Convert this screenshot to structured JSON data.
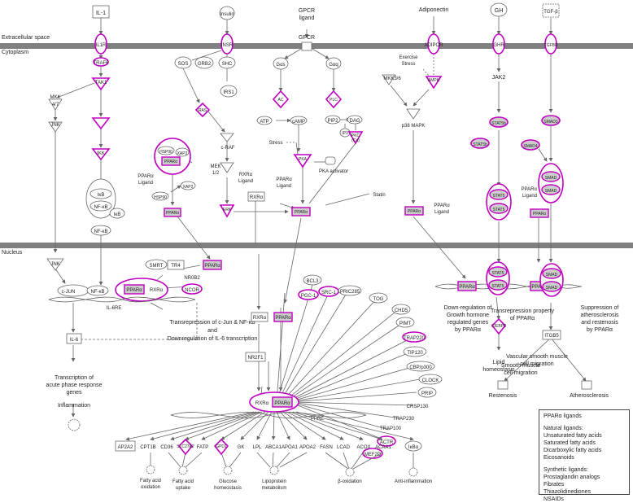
{
  "regions": {
    "extracellular": "Extracellular space",
    "cytoplasm": "Cytoplasm",
    "nucleus": "Nucleus"
  },
  "colors": {
    "highlight": "#c000c0",
    "membrane": "#808080",
    "node_fill": "#ffffff",
    "line": "#666666"
  },
  "ligands": {
    "il1": "IL-1",
    "insulin": "Insulin",
    "gpcr_ligand_1": "GPCR",
    "gpcr_ligand_2": "ligand",
    "adiponectin": "Adiponectin",
    "gh": "GH",
    "tgfb": "TGF-β"
  },
  "receptors": {
    "il1r": "IL1R",
    "insr": "INSR",
    "gpcr": "GPCR",
    "adipor": "ADIPOR",
    "ghr": "GHR",
    "tgfbr": "TGFBR"
  },
  "cytoplasm": {
    "traf6": "TRAF6",
    "tak1": "TAK1",
    "mkk47_1": "MKK",
    "mkk47_2": "4/7",
    "jnk": "JNK",
    "ikk": "IKK",
    "ikb_1": "IKK",
    "ikb": "IκB",
    "nfkb": "NF-κB",
    "ikb_free": "IκB",
    "nfkb2": "NF-κB",
    "sos": "SOS",
    "grb2": "GRB2",
    "shc": "SHC",
    "irs1": "IRS1",
    "ras": "RAS",
    "craf": "c-RAF",
    "mek_1": "MEK",
    "mek_2": "1/2",
    "erk": "ERK",
    "hsp90": "HSP90",
    "xap2": "XAP2",
    "pparg_c": "PPARα",
    "ppar_ligand_1": "PPARα",
    "ppar_ligand_2": "Ligand",
    "hsp90_2": "HSP90",
    "xap2_2": "XAP2",
    "ppar_free": "PPARα",
    "gas": "Gαs",
    "gaq": "Gαq",
    "ac": "AC",
    "plc": "PLC",
    "atp": "ATP",
    "camp": "cAMP",
    "pip2": "PIP2",
    "dag": "DAG",
    "ip3": "IP3",
    "pkc_1": "PKC",
    "pkc_2": "(Ca)",
    "stress": "Stress",
    "pka": "PKA",
    "pka_activator": "PKA activator",
    "rxr_ligand_1": "RXRα",
    "rxr_ligand_2": "Ligand",
    "rxr": "RXRα",
    "pparl_1": "PPARα",
    "pparl_2": "Ligand",
    "ppar_p": "PPARα",
    "statin": "Statin",
    "exercise_1": "Exercise",
    "exercise_2": "Stress",
    "mkk36": "MKK3/6",
    "ampk": "AMPK",
    "p38": "p38 MAPK",
    "ppar_p38": "PPARα",
    "ppar_p38_lig_1": "PPARα",
    "ppar_p38_lig_2": "Ligand",
    "jak2": "JAK2",
    "stat5b": "STAT5b",
    "stat5b_2": "STAT5b",
    "stat5_1": "STAT5",
    "stat5_2": "STAT5",
    "ppar_stat": "PPARα",
    "smad3": "SMAD3",
    "smad4": "SMAD4",
    "smad_c1": "SMAD",
    "smad_c2": "SMAD",
    "ppar_smad_lig_1": "PPARα",
    "ppar_smad_lig_2": "Ligand",
    "ppar_smad": "PPARα"
  },
  "nucleus": {
    "jnk": "JNK",
    "cjun": "c-JUN",
    "nfkb": "NF-κB",
    "ppar": "PPARα",
    "rxr": "RXRα",
    "ncor": "NCOR",
    "smrt": "SMRT",
    "tr4": "TR4",
    "nr0b2": "NR0B2",
    "il6re": "IL-6RE",
    "il6": "IL-6",
    "ppar_wall": "PPARα",
    "bcl3": "BCL3",
    "pgc1": "PGC-1",
    "src1": "SRC-1",
    "pric285": "PRIC285",
    "tog": "TOG",
    "chd5": "CHD5",
    "pimt": "PIMT",
    "trap220": "TRAP220",
    "tip120": "TIP120",
    "cbp": "CBP/p300",
    "clock": "CLOCK",
    "prip": "PRIP",
    "crsp130": "CRSP130",
    "trap230": "TRAP230",
    "trap100": "TRAP100",
    "actr": "ACTR",
    "mef2d": "MEF2D",
    "rxr_mid": "RXRα",
    "ppar_mid": "PPARα",
    "nr2f1": "NR2F1",
    "rxr_main": "RXRα",
    "ppar_main": "PPARα",
    "ppre": "PPRE",
    "ppar_stat": "PPARα",
    "stat5_a": "STAT5",
    "stat5_b": "STAT5",
    "ppar_smad": "PPARα",
    "smad_a": "SMAD",
    "smad_b": "SMAD",
    "cebpb": "C/EBPβ",
    "itgb5": "ITGB5"
  },
  "targets": {
    "ap2a2": "AP2A2",
    "cpt1b": "CPT1B",
    "cd36": "CD36",
    "slc27a2": "SLC27A2",
    "fatp": "FATP",
    "gpd1": "GPD1",
    "gk": "GK",
    "lpl": "LPL",
    "abca1": "ABCA1",
    "apoa1": "APOA1",
    "apoa2": "APOA2",
    "fasn": "FASN",
    "lcad": "LCAD",
    "acox": "ACOX",
    "acaa1": "ACAA1",
    "ikba": "IκBα"
  },
  "outcomes": {
    "fao_1": "Fatty acid",
    "fao_2": "oxidation",
    "fau_1": "Fatty acid",
    "fau_2": "uptake",
    "glu_1": "Glucose",
    "glu_2": "homeostasis",
    "lip_1": "Lipoprotein",
    "lip_2": "metabolism",
    "bo": "β-oxidation",
    "anti": "Anti-inflammation",
    "inflam": "Inflammation",
    "apr_1": "Transcription of",
    "apr_2": "acute phase response",
    "apr_3": "genes",
    "trans_1": "Transrepression of c-Jun & NF-κB",
    "trans_2": "and",
    "trans_3": "Downregulation of IL-6 transcription",
    "gh_1": "Down-regulation of",
    "gh_2": "Growth hormone",
    "gh_3": "regulated genes",
    "gh_4": "by PPARα",
    "tp_1": "Transrepression property",
    "tp_2": "of PPARα",
    "sup_1": "Suppression of",
    "sup_2": "atherosclerosis",
    "sup_3": "and restenosis",
    "sup_4": "by PPARα",
    "lipid_1": "Lipid",
    "lipid_2": "homeostasis",
    "smc_1": "Smooth muscle",
    "smc_2": "cell migration",
    "vsmc_1": "Vascular smooth muscle",
    "vsmc_2": "cell migration",
    "restenosis": "Restenosis",
    "athero": "Atherosclerosis"
  },
  "legend": {
    "title": "PPARα ligands",
    "natural_title": "Natural ligands:",
    "natural": [
      "Unsaturated fatty acids",
      "Saturated fatty acids",
      "Dicarboxylic fatty acids",
      "Eicosanoids"
    ],
    "synthetic_title": "Synthetic ligands:",
    "synthetic": [
      "Prostaglandin analogs",
      "Fibrates",
      "Thiazolidinediones",
      "NSAIDs"
    ]
  }
}
